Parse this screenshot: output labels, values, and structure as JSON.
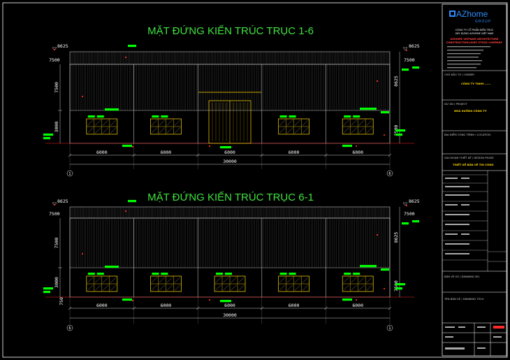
{
  "elevations": [
    {
      "title": "MẶT ĐỨNG KIẾN TRÚC TRỤC 1-6",
      "level_top": "8625",
      "level_eave": "7500",
      "height_main": "7500",
      "height_lower": "3000",
      "height_full": "8625",
      "bays": [
        "6000",
        "6000",
        "6000",
        "6000",
        "6000"
      ],
      "total": "30000",
      "axis_left": "1",
      "axis_right": "6",
      "has_main_door": true
    },
    {
      "title": "MẶT ĐỨNG KIẾN TRÚC TRỤC 6-1",
      "level_top": "8625",
      "level_eave": "7500",
      "height_main": "7500",
      "height_lower": "3000",
      "height_full": "8625",
      "height_base": "750",
      "bays": [
        "6000",
        "6000",
        "6000",
        "6000",
        "6000"
      ],
      "total": "30000",
      "axis_left": "6",
      "axis_right": "1",
      "has_main_door": false
    }
  ],
  "title_block": {
    "logo_main": "AZhome",
    "logo_sub": "GROUP",
    "company_vn": "CÔNG TY CỔ PHẦN KIẾN TRÚC",
    "company_vn2": "XÂY DỰNG AZHOME VIỆT NAM",
    "company_en": "AZHOME VIETNAM ARCHITECTURE",
    "company_en2": "CONSTRUCTION JOINT STOCK COMPANY",
    "owner_label": "CHỦ ĐẦU TƯ / OWNER",
    "owner_value": "CÔNG TY TNHH ......",
    "project_label": "DỰ ÁN / PROJECT",
    "project_value": "NHÀ XƯỞNG CÔNG TY",
    "location_label": "ĐỊA ĐIỂM CÔNG TRÌNH / LOCATION",
    "phase_label": "GIAI ĐOẠN THIẾT KẾ / DESIGN PHASE",
    "phase_value": "THIẾT KẾ BẢN VẼ THI CÔNG",
    "drawing_no_label": "BẢN VẼ SỐ / DRAWING NO.",
    "drawing_title_label": "TÊN BẢN VẼ / DRAWING TITLE"
  },
  "colors": {
    "title": "#3fe23f",
    "wall_line": "#bbbbbb",
    "window": "#ffd700",
    "door": "#ffd700",
    "dimension": "#ffffff",
    "tag": "#00ff00",
    "marker": "#ff2a2a",
    "border": "#ffffff",
    "logo": "#2f8fff"
  }
}
